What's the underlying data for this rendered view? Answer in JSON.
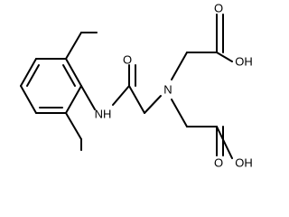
{
  "molecule": {
    "atom_labels": {
      "carbonyl_oxygen": "O",
      "amide_nitrogen": "NH",
      "amine_nitrogen": "N",
      "acid_top_oxygen": "O",
      "acid_top_hydroxyl": "OH",
      "acid_bottom_oxygen": "O",
      "acid_bottom_hydroxyl": "OH"
    }
  },
  "colors": {
    "bond": "#000000",
    "label": "#000000",
    "background": "#ffffff"
  }
}
